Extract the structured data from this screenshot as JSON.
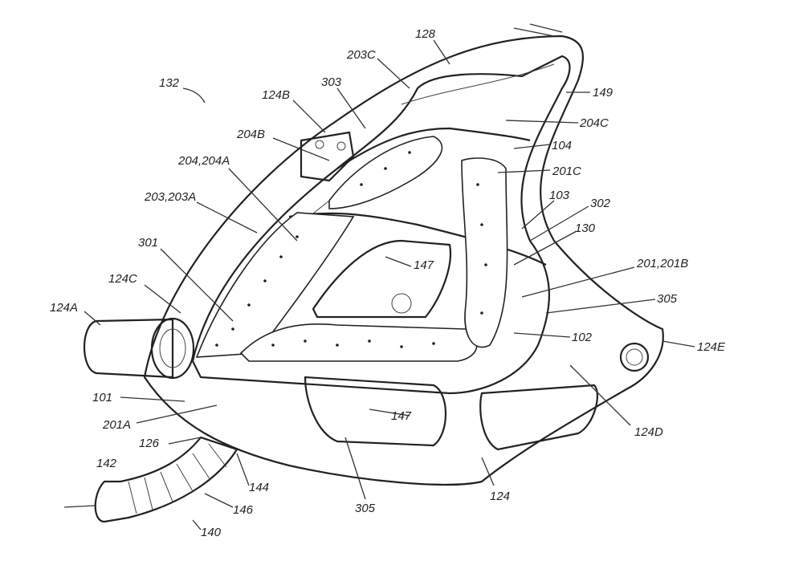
{
  "figure": {
    "labels": {
      "l132": "132",
      "l128": "128",
      "l203C": "203C",
      "l303": "303",
      "l124B": "124B",
      "l149": "149",
      "l204C": "204C",
      "l204B": "204B",
      "l104": "104",
      "l204A": "204,204A",
      "l201C": "201C",
      "l203A": "203,203A",
      "l103": "103",
      "l302": "302",
      "l130": "130",
      "l301": "301",
      "l147a": "147",
      "l124C": "124C",
      "l201B": "201,201B",
      "l305a": "305",
      "l124A": "124A",
      "l102": "102",
      "l124E": "124E",
      "l101": "101",
      "l147b": "147",
      "l201A": "201A",
      "l124D": "124D",
      "l126": "126",
      "l142": "142",
      "l144": "144",
      "l305b": "305",
      "l124": "124",
      "l146": "146",
      "l140": "140"
    }
  }
}
